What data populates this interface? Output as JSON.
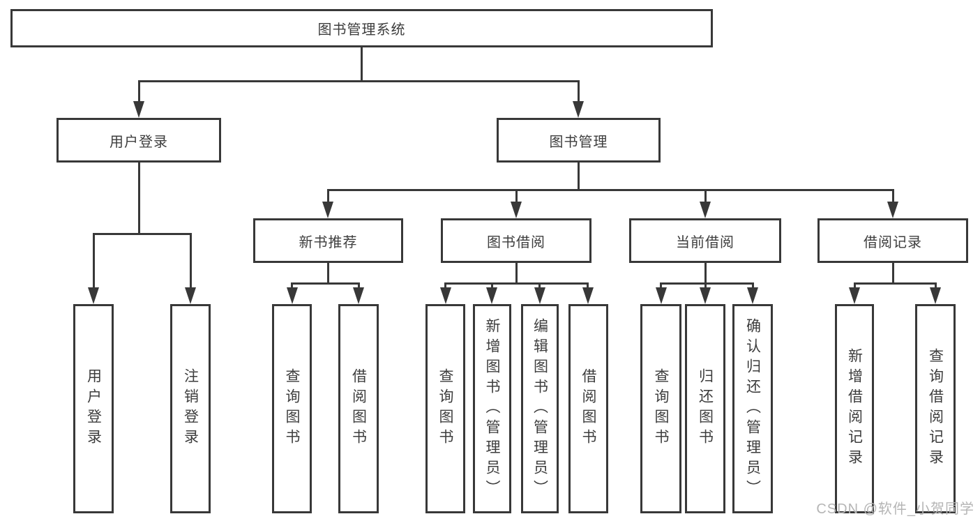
{
  "diagram_title": "图书管理系统",
  "nodes": {
    "root": "图书管理系统",
    "level2": {
      "userLogin": "用户登录",
      "bookManagement": "图书管理"
    },
    "level3": {
      "newBookRecommend": "新书推荐",
      "bookBorrow": "图书借阅",
      "currentBorrow": "当前借阅",
      "borrowRecord": "借阅记录"
    },
    "leaves": {
      "userLoginLeaf": "用户登录",
      "logoutLeaf": "注销登录",
      "recQueryBook": "查询图书",
      "recBorrowBook": "借阅图书",
      "borrowQueryBook": "查询图书",
      "borrowAddBook": "新增图书（管理员）",
      "borrowEditBook": "编辑图书（管理员）",
      "borrowBorrowBook": "借阅图书",
      "currentQueryBook": "查询图书",
      "currentReturnBook": "归还图书",
      "currentConfirmReturn": "确认归还（管理员）",
      "recordAddBorrow": "新增借阅记录",
      "recordQueryBorrow": "查询借阅记录"
    }
  },
  "watermark": "CSDN @软件_小贺同学",
  "colors": {
    "line": "#383838",
    "text": "#3d3d3d",
    "background": "#ffffff",
    "watermark": "#b5b5b5"
  }
}
